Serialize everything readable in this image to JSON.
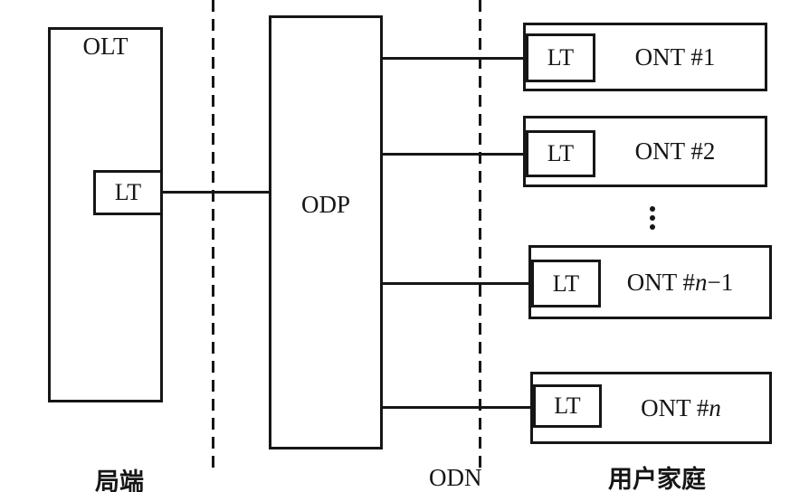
{
  "diagram": {
    "olt": {
      "label": "OLT",
      "lt_label": "LT"
    },
    "odp": {
      "label": "ODP"
    },
    "onts": [
      {
        "lt_label": "LT",
        "name_prefix": "ONT #",
        "name_var": "",
        "name_suffix": "1"
      },
      {
        "lt_label": "LT",
        "name_prefix": "ONT #",
        "name_var": "",
        "name_suffix": "2"
      },
      {
        "lt_label": "LT",
        "name_prefix": "ONT #",
        "name_var": "n",
        "name_suffix": "−1"
      },
      {
        "lt_label": "LT",
        "name_prefix": "ONT #",
        "name_var": "n",
        "name_suffix": ""
      }
    ],
    "ellipsis_icon": "vertical-ellipsis",
    "zone_labels": {
      "central_office": "局端",
      "odn": "ODN",
      "user_homes": "用户家庭"
    },
    "colors": {
      "ink": "#161616",
      "background": "#ffffff"
    }
  }
}
